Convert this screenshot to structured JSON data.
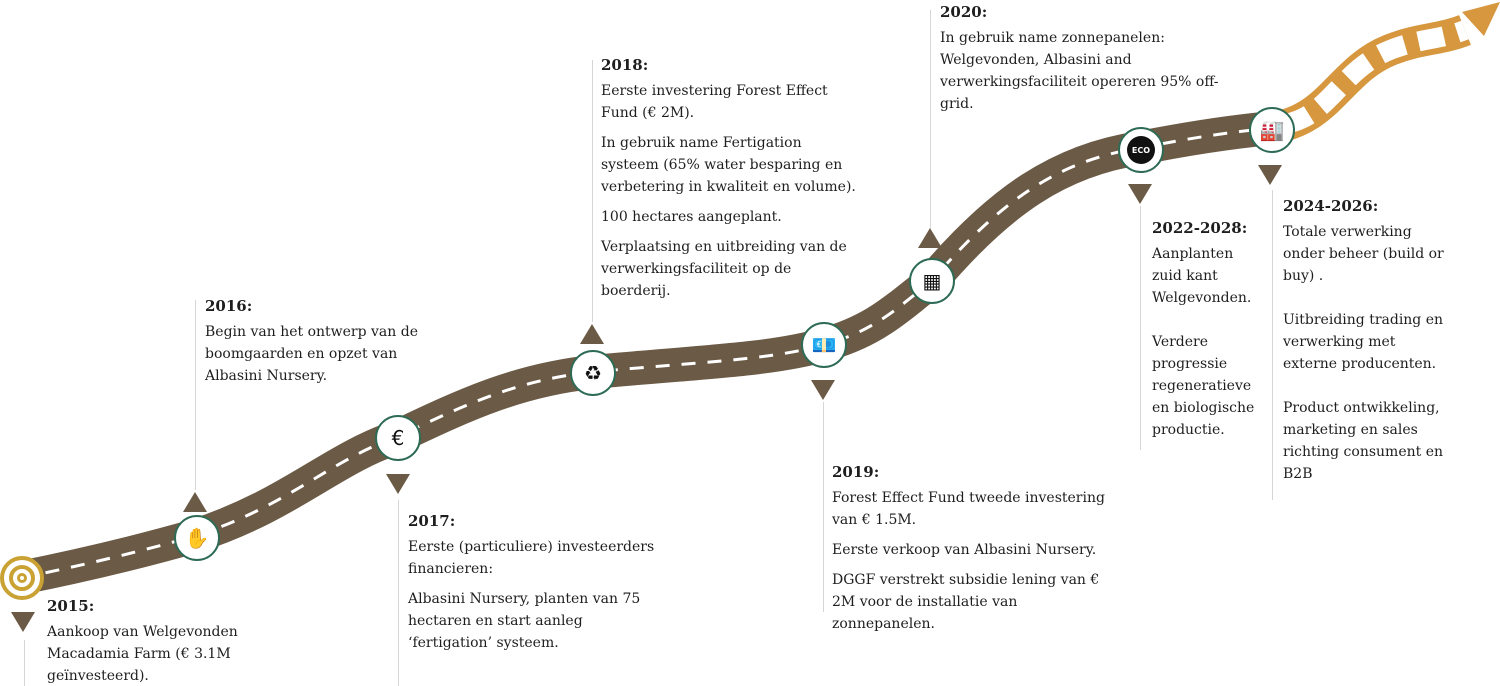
{
  "colors": {
    "road": "#6b5a45",
    "future_road": "#d6973f",
    "icon_border": "#2d6b55",
    "start": "#c9a233"
  },
  "milestones": [
    {
      "year": "2015:",
      "icon": "target-icon",
      "paragraphs": [
        "Aankoop van Welgevonden Macadamia Farm (€ 3.1M geïnvesteerd)."
      ]
    },
    {
      "year": "2016:",
      "icon": "hand-plant-icon",
      "paragraphs": [
        "Begin van het ontwerp van de boomgaarden en opzet van Albasini Nursery."
      ]
    },
    {
      "year": "2017:",
      "icon": "money-icon",
      "paragraphs": [
        "Eerste (particuliere) investeerders financieren:",
        "Albasini Nursery, planten van 75 hectaren en start aanleg ‘fertigation’ systeem."
      ]
    },
    {
      "year": "2018:",
      "icon": "water-recycle-icon",
      "paragraphs": [
        "Eerste investering Forest Effect Fund (€ 2M).",
        "In gebruik name Fertigation systeem (65% water besparing en verbetering in kwaliteit en volume).",
        "100 hectares aangeplant.",
        "Verplaatsing en uitbreiding van de verwerkingsfaciliteit op de boerderij."
      ]
    },
    {
      "year": "2019:",
      "icon": "banknote-icon",
      "paragraphs": [
        "Forest Effect Fund tweede investering van € 1.5M.",
        "Eerste verkoop van Albasini Nursery.",
        "DGGF verstrekt subsidie lening van € 2M voor de installatie van zonnepanelen."
      ]
    },
    {
      "year": "2020:",
      "icon": "solar-panel-icon",
      "paragraphs": [
        "In gebruik name zonnepanelen: Welgevonden, Albasini and verwerkingsfaciliteit opereren 95% off-grid."
      ]
    },
    {
      "year": "2022-2028:",
      "icon": "eco-badge-icon",
      "icon_text": "ECO",
      "paragraphs": [
        "Aanplanten zuid kant Welgevonden.",
        "Verdere progressie regeneratieve en biologische productie."
      ]
    },
    {
      "year": "2024-2026:",
      "icon": "factory-leaf-icon",
      "paragraphs": [
        "Totale verwerking onder beheer (build or buy) .",
        "Uitbreiding trading en verwerking met externe producenten.",
        "Product ontwikkeling, marketing en sales richting consument en B2B"
      ]
    }
  ]
}
